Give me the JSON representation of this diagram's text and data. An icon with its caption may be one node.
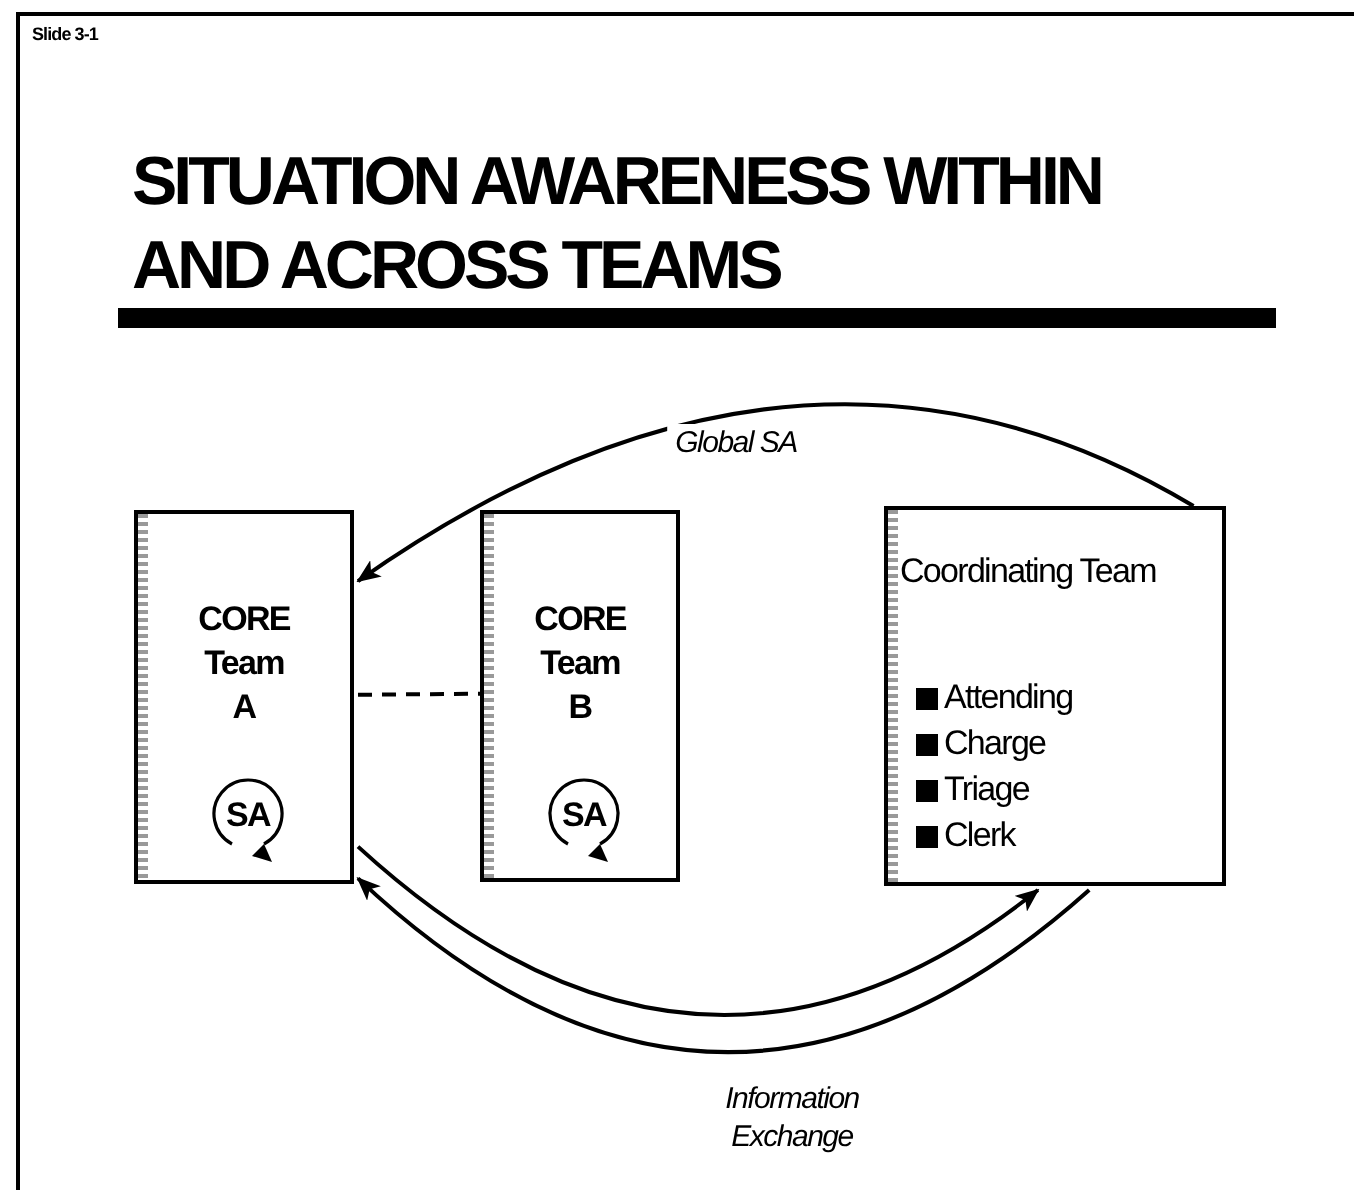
{
  "diagram": {
    "title": "SITUATION AWARENESS WITHIN AND ACROSS TEAMS",
    "nodes": [
      {
        "text": [
          "CORE Team A"
        ]
      },
      {
        "text": [
          "SA"
        ],
        "in": 0
      },
      {
        "text": [
          "CORE Team B"
        ]
      },
      {
        "text": [
          "SA"
        ],
        "in": 2
      },
      {
        "text": [
          "Coordinating Team",
          "Attending",
          "Charge",
          "Triage",
          "Clerk"
        ]
      }
    ],
    "edges": [
      {
        "from": 4,
        "to": 0,
        "arrow": "to",
        "label": "Global SA"
      },
      {
        "from": 0,
        "to": 2,
        "arrow": "none",
        "style": "dashed"
      },
      {
        "from": 0,
        "to": 4,
        "arrow": "to"
      },
      {
        "from": 4,
        "to": 0,
        "arrow": "to",
        "label": "Information Exchange"
      }
    ],
    "labels": [
      "Slide 3-1"
    ]
  }
}
